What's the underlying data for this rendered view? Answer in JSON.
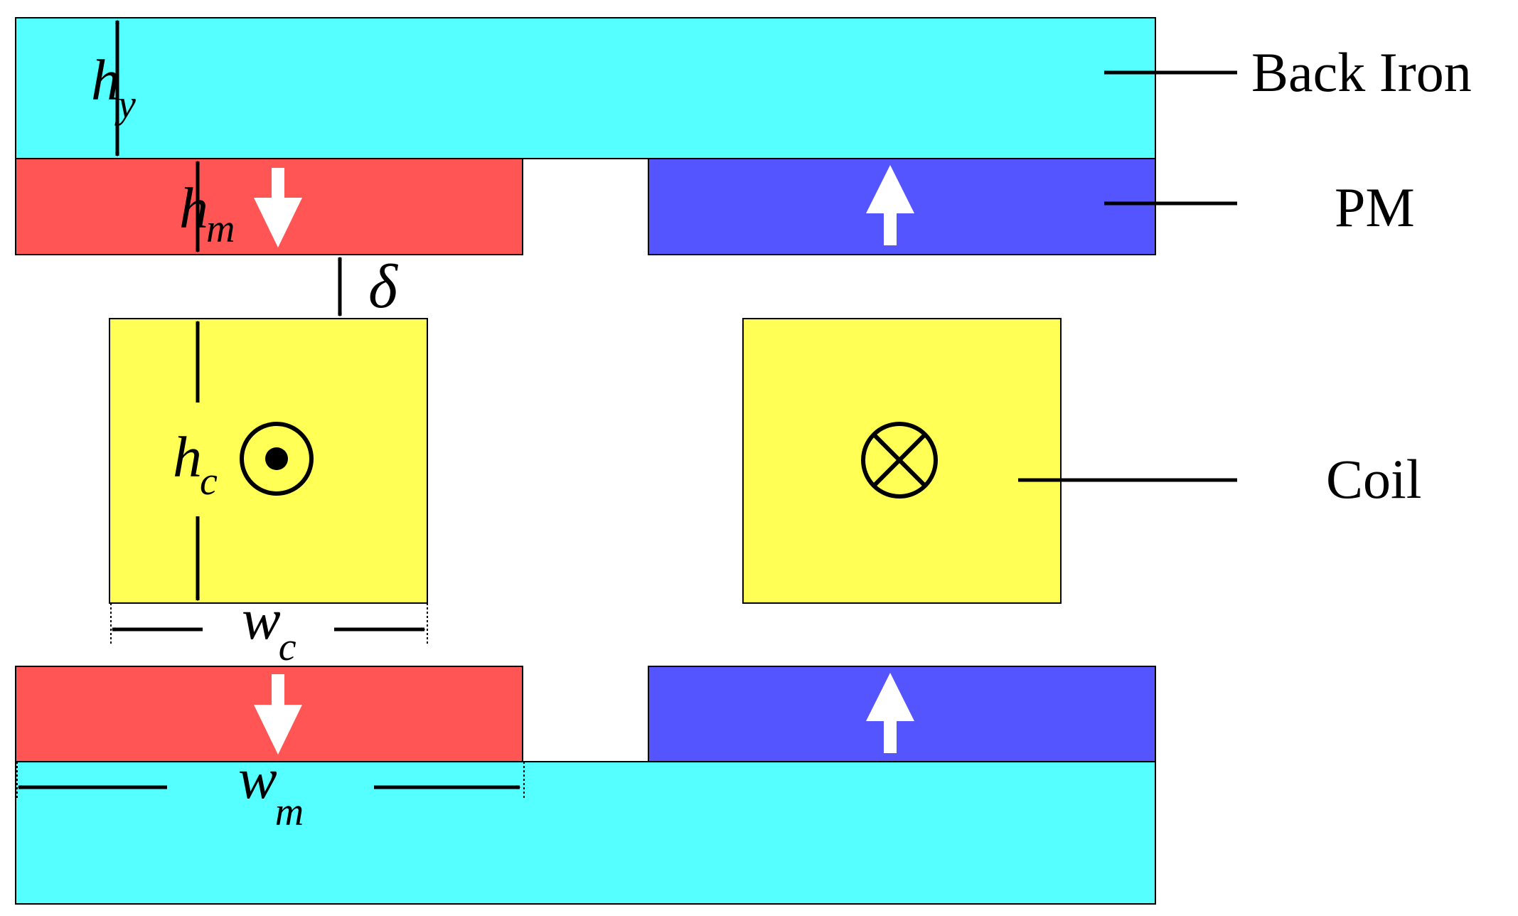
{
  "labels": {
    "back_iron": "Back Iron",
    "pm": "PM",
    "coil": "Coil"
  },
  "dimensions": {
    "hy": {
      "base": "h",
      "sub": "y"
    },
    "hm": {
      "base": "h",
      "sub": "m"
    },
    "delta": "δ",
    "hc": {
      "base": "h",
      "sub": "c"
    },
    "wc": {
      "base": "w",
      "sub": "c"
    },
    "wm": {
      "base": "w",
      "sub": "m"
    }
  },
  "colors": {
    "back_iron": "#55FFFF",
    "pm_down": "#FF5555",
    "pm_up": "#5555FF",
    "coil": "#FFFF55",
    "arrow_magnetization": "#FFFFFF",
    "line": "#000000"
  },
  "magnetization": {
    "top_left": "down",
    "top_right": "up",
    "bottom_left": "down",
    "bottom_right": "up"
  },
  "current_direction": {
    "left_coil": "out-of-page",
    "right_coil": "into-page"
  }
}
